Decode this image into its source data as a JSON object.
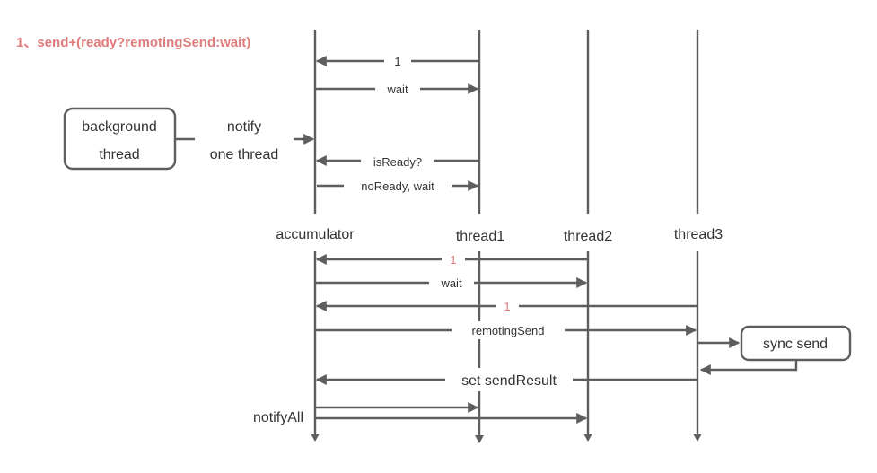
{
  "title": "1、send+(ready?remotingSend:wait)",
  "colors": {
    "line": "#5e5e5e",
    "text": "#333333",
    "highlight": "#e07b7b"
  },
  "background_thread": {
    "line1": "background",
    "line2": "thread"
  },
  "notify": {
    "line1": "notify",
    "line2": "one thread"
  },
  "lifelines": [
    {
      "id": "accumulator",
      "label": "accumulator"
    },
    {
      "id": "thread1",
      "label": "thread1"
    },
    {
      "id": "thread2",
      "label": "thread2"
    },
    {
      "id": "thread3",
      "label": "thread3"
    }
  ],
  "upper_messages": [
    {
      "label": "1",
      "from": "thread1",
      "to": "accumulator"
    },
    {
      "label": "wait",
      "from": "accumulator",
      "to": "thread1"
    },
    {
      "label": "isReady?",
      "from": "thread1",
      "to": "accumulator"
    },
    {
      "label": "noReady, wait",
      "from": "accumulator",
      "to": "thread1"
    }
  ],
  "lower_messages": [
    {
      "label": "1",
      "from": "thread2",
      "to": "accumulator",
      "highlight": true
    },
    {
      "label": "wait",
      "from": "accumulator",
      "to": "thread2"
    },
    {
      "label": "1",
      "from": "thread3",
      "to": "accumulator",
      "highlight": true
    },
    {
      "label": "remotingSend",
      "from": "accumulator",
      "to": "thread3"
    },
    {
      "label": "set sendResult",
      "from": "thread3",
      "to": "accumulator"
    }
  ],
  "sync_send": {
    "label": "sync send"
  },
  "notify_all": {
    "label": "notifyAll",
    "targets": [
      "thread1",
      "thread2"
    ]
  }
}
